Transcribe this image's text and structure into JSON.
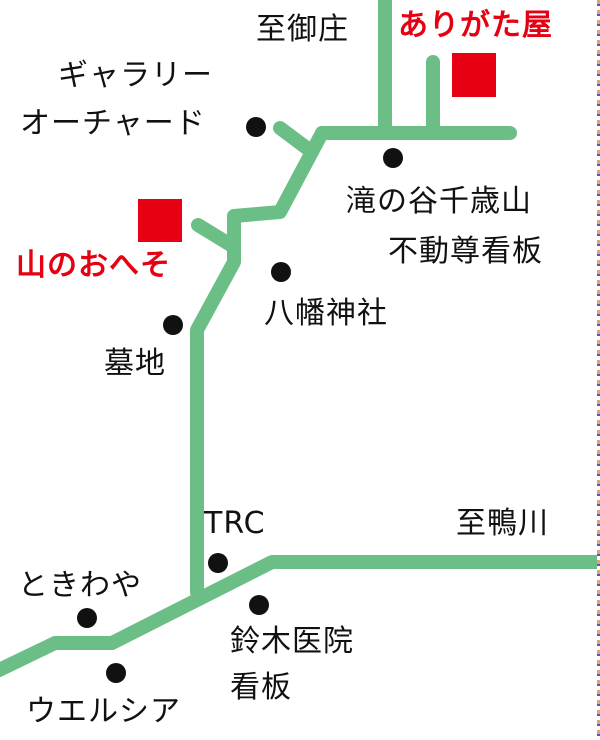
{
  "colors": {
    "road": "#6bbf86",
    "marker": "#e60012",
    "dot": "#111111"
  },
  "labels": {
    "to_misho": "至御庄",
    "arigataya": "ありがた屋",
    "gallery_line1": "ギャラリー",
    "gallery_line2": "オーチャード",
    "takinotani_line1": "滝の谷千歳山",
    "takinotani_line2": "不動尊看板",
    "yamanoheso": "山のおへそ",
    "hachiman": "八幡神社",
    "bochi": "墓地",
    "trc": "TRC",
    "to_shigikawa": "至鴨川",
    "tokiwaya": "ときわや",
    "suzuki_line1": "鈴木医院",
    "suzuki_line2": "看板",
    "welcia": "ウエルシア"
  }
}
